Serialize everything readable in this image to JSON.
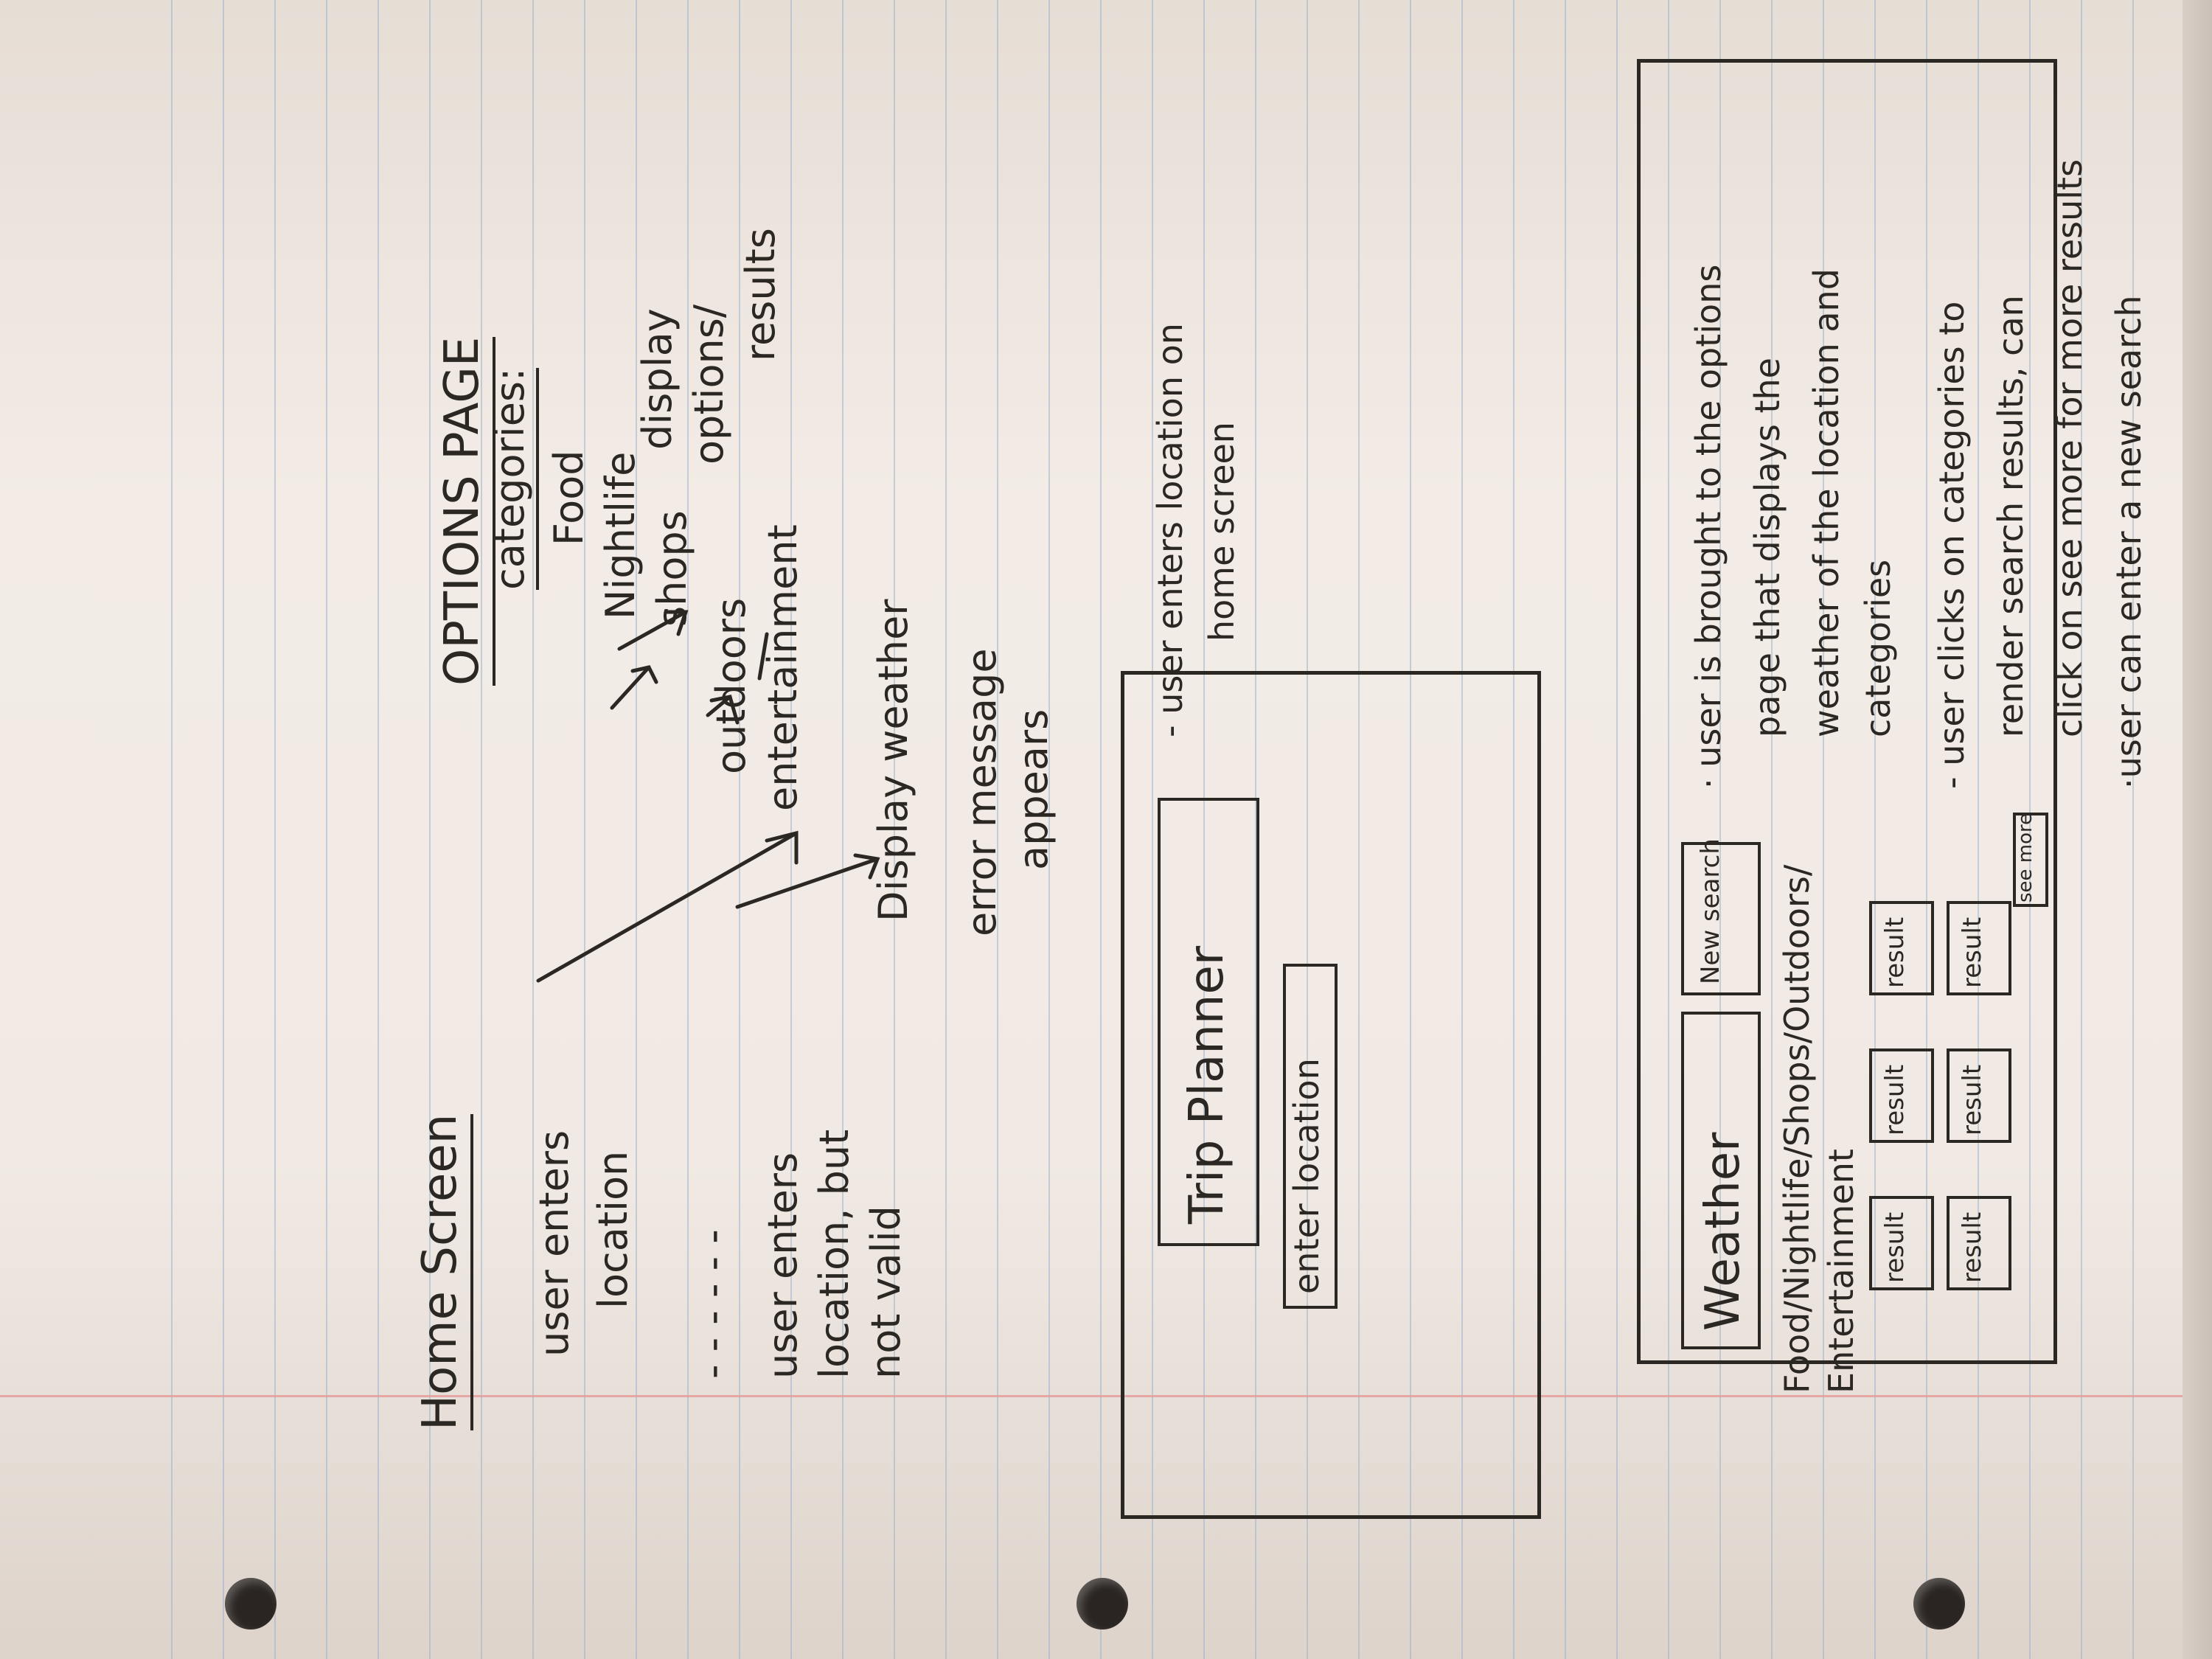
{
  "home": {
    "title": "Home Screen",
    "flow1": [
      "user enters",
      "location"
    ],
    "dashes": "- - - - - -",
    "flow2": [
      "user enters",
      "location, but",
      "not valid"
    ],
    "error": [
      "error message",
      "appears"
    ]
  },
  "options": {
    "title": "OPTIONS PAGE",
    "categories_label": "categories:",
    "categories": [
      "Food",
      "Nightlife",
      "shops",
      "outdoors",
      "entertainment"
    ],
    "display": [
      "display",
      "options/",
      "results"
    ],
    "weather": "Display weather"
  },
  "wire_home": {
    "app_title": "Trip Planner",
    "input_placeholder": "enter location"
  },
  "wire_options": {
    "weather": "Weather",
    "new_search": "New search",
    "categories_line1": "Food/Nightlife/Shops/Outdoors/",
    "categories_line2": "Entertainment",
    "results": [
      "result",
      "result",
      "result",
      "result",
      "result",
      "result"
    ],
    "see_more": "see more"
  },
  "notes": {
    "home_note": [
      "- user enters location on",
      "home screen"
    ],
    "options_note": [
      "· user is brought to the options",
      "page that displays the",
      "weather of the location and",
      "categories"
    ],
    "results_note": [
      "- user clicks on categories to",
      "render search results, can",
      "click on see more for more results",
      "·user can enter a new search"
    ]
  }
}
